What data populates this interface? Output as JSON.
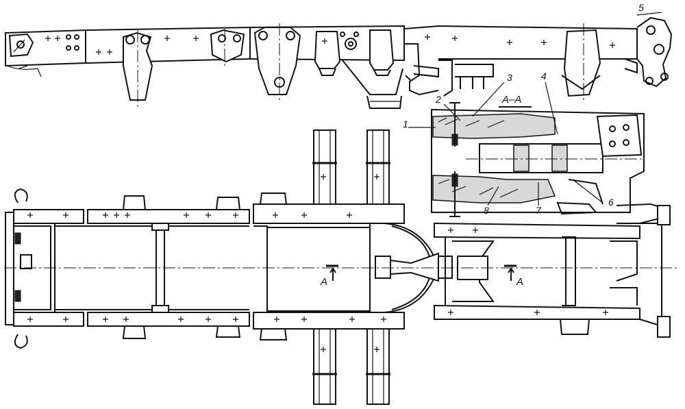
{
  "diagram": {
    "callouts": [
      {
        "id": "callout-1",
        "text": "1"
      },
      {
        "id": "callout-2",
        "text": "2"
      },
      {
        "id": "callout-3",
        "text": "3"
      },
      {
        "id": "callout-4",
        "text": "4"
      },
      {
        "id": "callout-5",
        "text": "5"
      },
      {
        "id": "callout-6",
        "text": "6"
      },
      {
        "id": "callout-7",
        "text": "7"
      },
      {
        "id": "callout-8",
        "text": "8"
      }
    ],
    "section_title": "А–А",
    "section_marks": [
      "А",
      "А"
    ]
  }
}
